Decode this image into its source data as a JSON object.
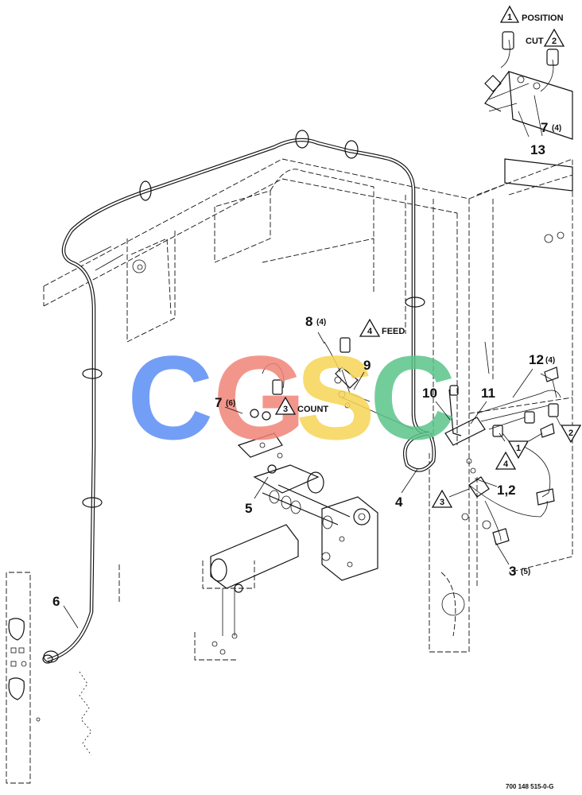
{
  "figure_number": "700 148 515-0-G",
  "watermark": {
    "letters": [
      "C",
      "G",
      "S",
      "C"
    ],
    "colors": [
      "#5b8ef5",
      "#f08478",
      "#f6d556",
      "#5bc58a"
    ]
  },
  "callouts": {
    "c1_2": "1,2",
    "c3": "3",
    "c3_qty": "(5)",
    "c4": "4",
    "c5": "5",
    "c6": "6",
    "c7_top": "7",
    "c7_top_qty": "(4)",
    "c7_left": "7",
    "c7_left_qty": "(6)",
    "c8": "8",
    "c8_qty": "(4)",
    "c9": "9",
    "c10": "10",
    "c11": "11",
    "c12": "12",
    "c12_qty": "(4)",
    "c13": "13"
  },
  "notes": {
    "n1_num": "1",
    "n1_label": "POSITION",
    "n2_num": "2",
    "n2_label": "CUT",
    "n3_num": "3",
    "n3_label": "COUNT",
    "n4_num": "4",
    "n4_label": "FEED",
    "flag_1": "1",
    "flag_2": "2",
    "flag_3": "3",
    "flag_4": "4"
  }
}
